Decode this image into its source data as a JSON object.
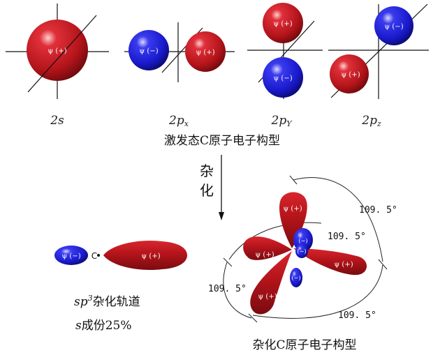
{
  "top_orbitals": {
    "s": {
      "base": "2",
      "name": "s",
      "sub": "",
      "lobe_label": "ψ (+)"
    },
    "px": {
      "base": "2p",
      "name": "",
      "sub": "x",
      "lobe_neg": "ψ (−)",
      "lobe_pos": "ψ (+)"
    },
    "py": {
      "base": "2",
      "name": "p",
      "sub": "Y",
      "lobe_pos": "ψ (+)",
      "lobe_neg": "ψ (−)"
    },
    "pz": {
      "base": "2",
      "name": "p",
      "sub": "z",
      "lobe_neg": "ψ (−)",
      "lobe_pos": "ψ (+)"
    }
  },
  "caption_excited": "激发态C原子电子构型",
  "hybridization_label": [
    "杂",
    "化"
  ],
  "sp3_orbital": {
    "atom": "C",
    "lobe_neg": "ψ (−)",
    "lobe_pos": "ψ (+)",
    "name_prefix": "sp",
    "name_sup": "3",
    "name_suffix": "杂化轨道",
    "s_prefix": "s",
    "s_suffix": "成份25%"
  },
  "hybrid_atom": {
    "lobe_labels": [
      "ψ (+)",
      "ψ (+)",
      "ψ (+)",
      "ψ (+)"
    ],
    "small_labels": [
      "(−)",
      "(−)",
      "(−)"
    ],
    "angles": [
      "109. 5°",
      "109. 5°",
      "109. 5°",
      "109. 5°"
    ],
    "caption": "杂化C原子电子构型"
  },
  "colors": {
    "positive": "#b3141a",
    "negative": "#1a1acd",
    "background": "#ffffff"
  }
}
